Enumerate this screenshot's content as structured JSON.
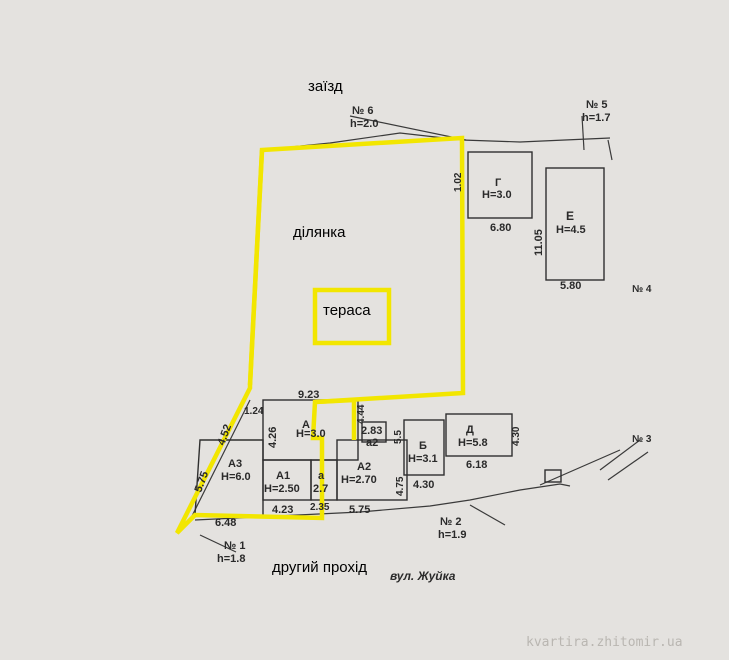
{
  "annotations": {
    "entry": "заїзд",
    "plot": "ділянка",
    "terrace": "тераса",
    "second_passage": "другий прохід"
  },
  "street": "вул. Жуйка",
  "watermark": "kvartira.zhitomir.ua",
  "points": {
    "p6": {
      "num": "№ 6",
      "h": "h=2.0"
    },
    "p5": {
      "num": "№ 5",
      "h": "h=1.7"
    },
    "p4": {
      "num": "№ 4"
    },
    "p3": {
      "num": "№ 3"
    },
    "p2": {
      "num": "№ 2",
      "h": "h=1.9"
    },
    "p1": {
      "num": "№ 1",
      "h": "h=1.8"
    }
  },
  "buildings": {
    "G": {
      "letter": "Г",
      "h": "H=3.0",
      "dim": "6.80"
    },
    "E": {
      "letter": "Е",
      "h": "H=4.5",
      "dim_bottom": "5.80",
      "dim_side": "11.05"
    },
    "A": {
      "letter": "А",
      "h": "H=3.0"
    },
    "A3": {
      "letter": "А3",
      "h": "H=6.0"
    },
    "A1": {
      "letter": "А1",
      "h": "H=2.50"
    },
    "a": {
      "letter": "а",
      "h": "2.7"
    },
    "A2": {
      "letter": "А2",
      "h": "H=2.70"
    },
    "a2": {
      "letter": "а2"
    },
    "B": {
      "letter": "Б",
      "h": "H=3.1"
    },
    "D": {
      "letter": "Д",
      "h": "H=5.8"
    }
  },
  "dimensions": {
    "d923": "9.23",
    "d124": "1.24",
    "d444": "4.44",
    "d452": "4.52",
    "d426": "4.26",
    "d283": "2.83",
    "d55": "5.5",
    "d575": "5.75",
    "d648": "6.48",
    "d423": "4.23",
    "d235": "2.35",
    "d575b": "5.75",
    "d475": "4.75",
    "d430": "4.30",
    "d618": "6.18",
    "d430r": "4.30",
    "d102": "1.02"
  },
  "colors": {
    "highlight": "#f2e600",
    "ink": "#333333",
    "paper": "#e4e2df"
  }
}
